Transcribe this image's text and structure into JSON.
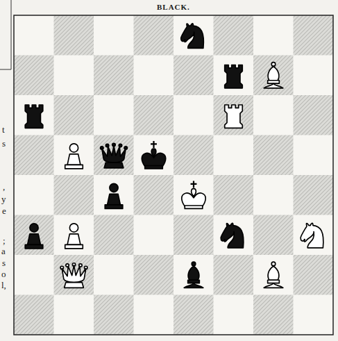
{
  "diagram": {
    "title": "BLACK.",
    "labels": [
      "t",
      "s",
      ",",
      "y",
      "e",
      ";",
      "a",
      "s",
      "o",
      "l,"
    ]
  }
}
